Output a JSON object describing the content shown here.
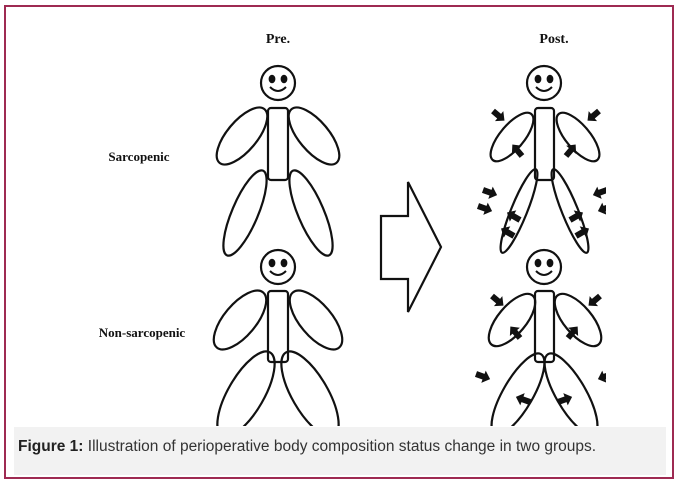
{
  "figure": {
    "column_pre": "Pre.",
    "column_post": "Post.",
    "row_sarcopenic": "Sarcopenic",
    "row_non_sarcopenic": "Non-sarcopenic"
  },
  "caption": {
    "label": "Figure 1:",
    "text": " Illustration of perioperative body composition status change in two groups."
  },
  "colors": {
    "frame_border": "#9e2a52",
    "caption_background": "#f2f2f2",
    "caption_text": "#333333",
    "drawing_stroke": "#111111"
  }
}
